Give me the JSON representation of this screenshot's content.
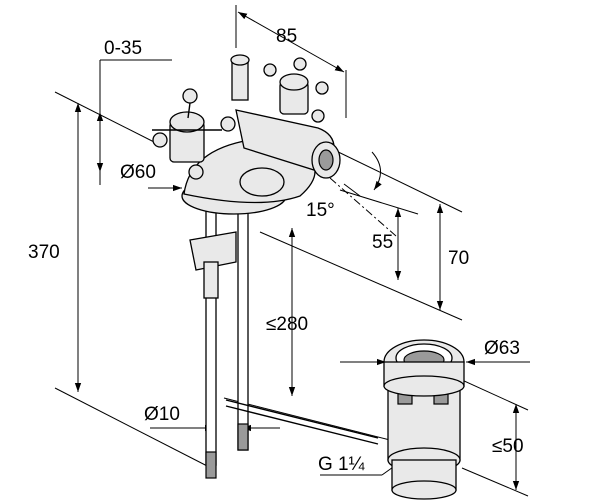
{
  "dimensions": {
    "width_85": "85",
    "projection_0_35": "0-35",
    "diameter_60": "Ø60",
    "height_370": "370",
    "angle_15": "15°",
    "height_55": "55",
    "height_70": "70",
    "length_280": "≤280",
    "diameter_63": "Ø63",
    "diameter_10": "Ø10",
    "thread_g": "G 1¼",
    "length_50": "≤50"
  }
}
